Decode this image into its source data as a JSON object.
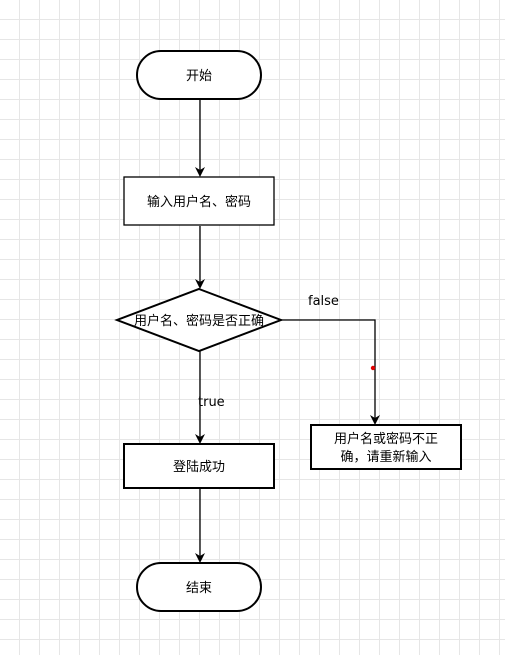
{
  "nodes": {
    "start": "开始",
    "input": "输入用户名、密码",
    "decision": "用户名、密码是否正确",
    "error_line1": "用户名或密码不正",
    "error_line2": "确，请重新输入",
    "success": "登陆成功",
    "end": "结束"
  },
  "edges": {
    "false_label": "false",
    "true_label": "true"
  },
  "colors": {
    "stroke": "#000000",
    "grid": "#e6e6e6",
    "marker": "#e00000"
  }
}
